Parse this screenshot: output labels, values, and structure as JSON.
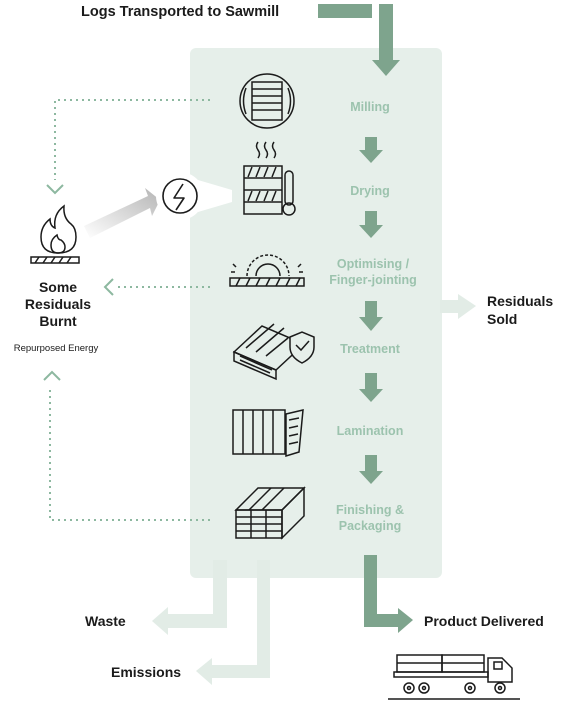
{
  "title": "Logs Transported to Sawmill",
  "steps": [
    {
      "label": "Milling"
    },
    {
      "label": "Drying"
    },
    {
      "label": "Optimising /",
      "label2": "Finger-jointing"
    },
    {
      "label": "Treatment"
    },
    {
      "label": "Lamination"
    },
    {
      "label": "Finishing &",
      "label2": "Packaging"
    }
  ],
  "energy_label": "ENERGY",
  "burnt": {
    "line1": "Some",
    "line2": "Residuals",
    "line3": "Burnt",
    "sub": "Repurposed Energy"
  },
  "residuals_sold": {
    "line1": "Residuals",
    "line2": "Sold"
  },
  "outputs": {
    "waste": "Waste",
    "emissions": "Emissions",
    "product": "Product Delivered"
  },
  "colors": {
    "panel": "#e6efea",
    "arrow_dark": "#7ea48d",
    "arrow_light": "#e2ece6",
    "step_text": "#9cc3ae",
    "dots": "#8db8a0",
    "icon": "#1b1b1b"
  }
}
